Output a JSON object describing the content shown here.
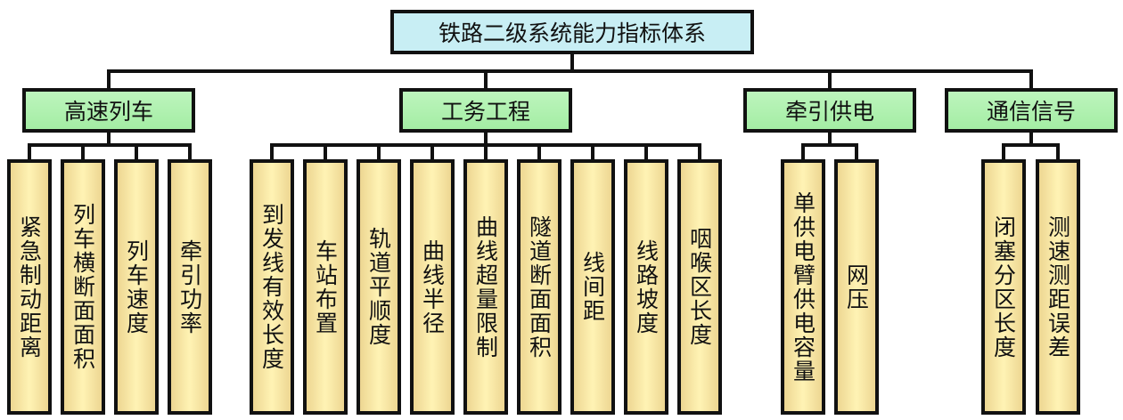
{
  "root": {
    "label": "铁路二级系统能力指标体系"
  },
  "categories": [
    {
      "label": "高速列车",
      "children": [
        "紧急制动距离",
        "列车横断面面积",
        "列车速度",
        "牵引功率"
      ]
    },
    {
      "label": "工务工程",
      "children": [
        "到发线有效长度",
        "车站布置",
        "轨道平顺度",
        "曲线半径",
        "曲线超量限制",
        "隧道断面面积",
        "线间距",
        "线路坡度",
        "咽喉区长度"
      ]
    },
    {
      "label": "牵引供电",
      "children": [
        "单供电臂供电容量",
        "网压"
      ]
    },
    {
      "label": "通信信号",
      "children": [
        "闭塞分区长度",
        "测速测距误差"
      ]
    }
  ]
}
